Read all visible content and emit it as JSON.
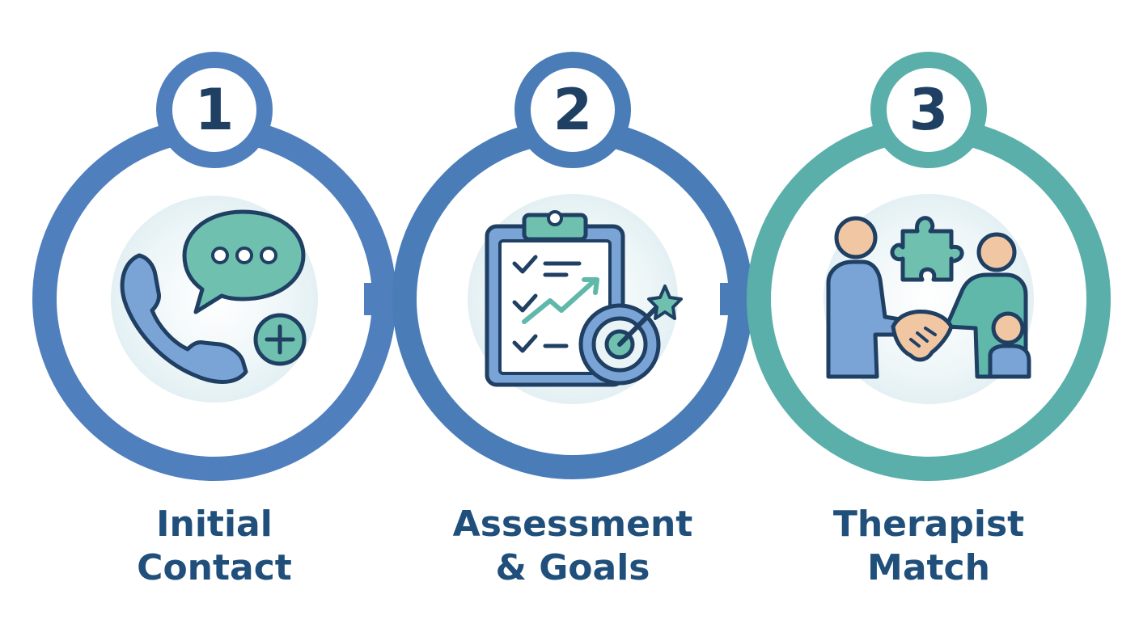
{
  "colors": {
    "step1": "#4f80bd",
    "step2": "#4a7db8",
    "step3": "#5aafaa",
    "navy": "#1f3f63",
    "text": "#1f4f7a",
    "inner_tint": "#eaf4f6",
    "light_blue": "#7aa4d6",
    "teal": "#5fb8aa",
    "skin": "#f1c6a2"
  },
  "steps": [
    {
      "number": "1",
      "label_line1": "Initial",
      "label_line2": "Contact",
      "icon": "phone-chat-plus-icon"
    },
    {
      "number": "2",
      "label_line1": "Assessment",
      "label_line2": "& Goals",
      "icon": "clipboard-target-icon"
    },
    {
      "number": "3",
      "label_line1": "Therapist",
      "label_line2": "Match",
      "icon": "handshake-puzzle-icon"
    }
  ]
}
